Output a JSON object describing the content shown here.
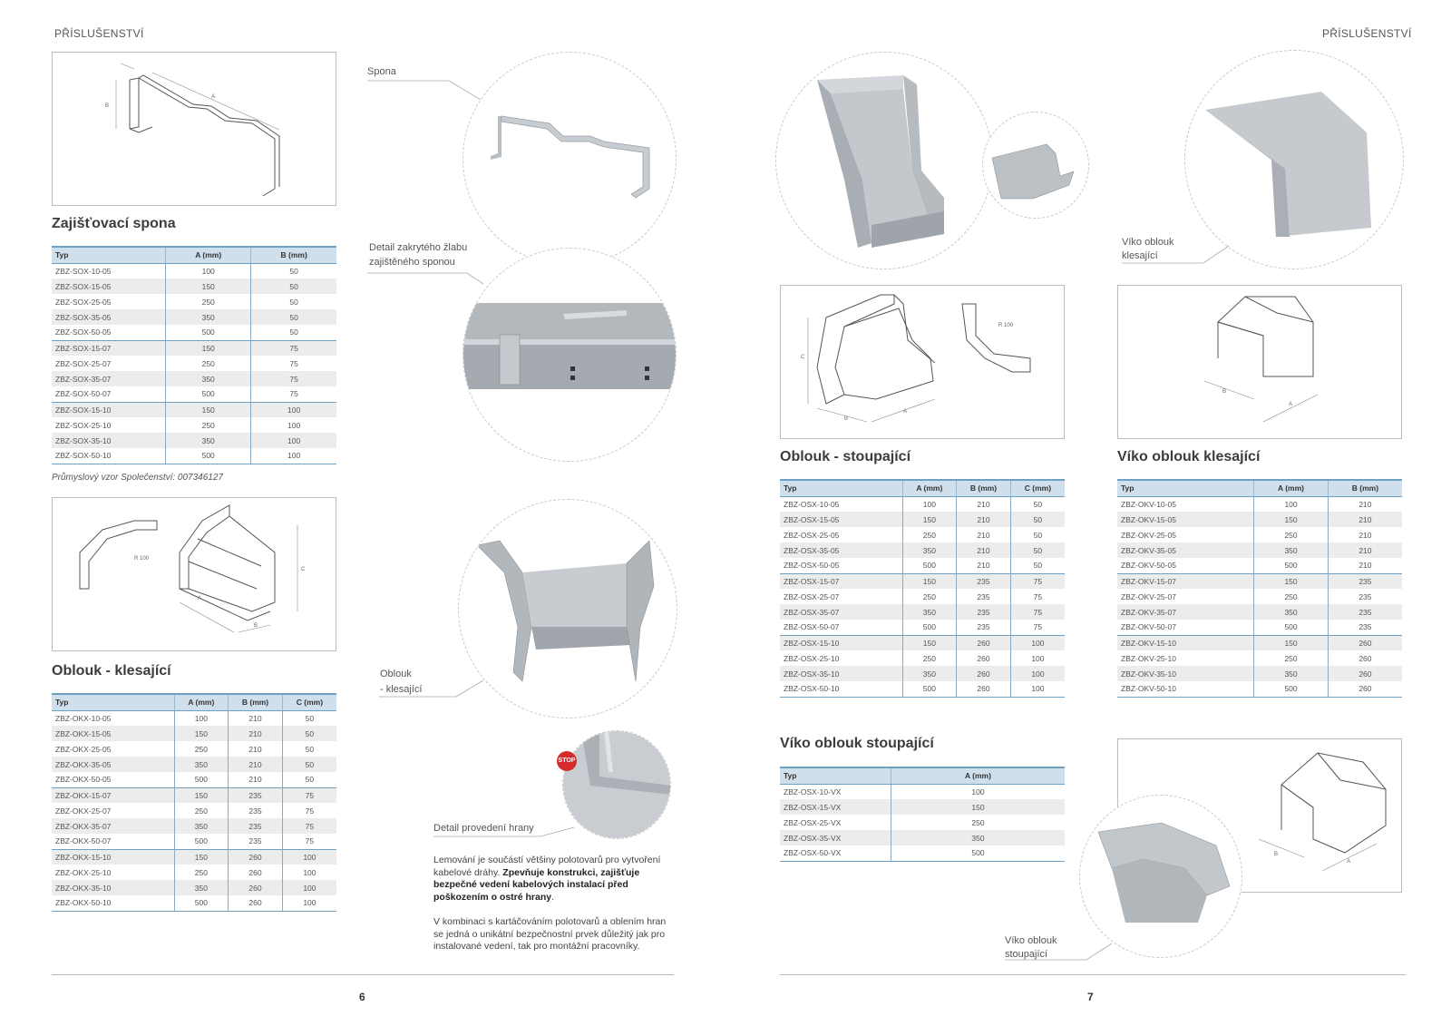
{
  "header": {
    "left": "PŘÍSLUŠENSTVÍ",
    "right": "PŘÍSLUŠENSTVÍ"
  },
  "captions": {
    "spona": "Spona",
    "detail_zakryteho_1": "Detail zakrytého žlabu",
    "detail_zakryteho_2": "zajištěného sponou",
    "oblouk_klesajici_1": "Oblouk",
    "oblouk_klesajici_2": "- klesající",
    "detail_hrany": "Detail provedení hrany",
    "viko_klesajici_1": "Víko oblouk",
    "viko_klesajici_2": "klesající",
    "viko_stoupajici_1": "Víko oblouk",
    "viko_stoupajici_2": "stoupající",
    "stop_sign": "STOP"
  },
  "body_text": {
    "p1_a": "Lemování je součástí většiny polotovarů pro vytvoření kabelové dráhy. ",
    "p1_b": "Zpevňuje konstrukci, zajišťuje bezpečné vedení kabelových instalací před poškozením o ostré hrany",
    "p1_c": ".",
    "p2": "V kombinaci s kartáčováním polotovarů a oblením hran se jedná o unikátní bezpečnostní prvek důležitý jak pro instalované vedení, tak pro montážní pracovníky."
  },
  "tables": {
    "spona": {
      "title": "Zajišťovací spona",
      "headers": [
        "Typ",
        "A (mm)",
        "B (mm)"
      ],
      "rows": [
        [
          "ZBZ-SOX-10-05",
          "100",
          "50"
        ],
        [
          "ZBZ-SOX-15-05",
          "150",
          "50"
        ],
        [
          "ZBZ-SOX-25-05",
          "250",
          "50"
        ],
        [
          "ZBZ-SOX-35-05",
          "350",
          "50"
        ],
        [
          "ZBZ-SOX-50-05",
          "500",
          "50"
        ],
        [
          "ZBZ-SOX-15-07",
          "150",
          "75"
        ],
        [
          "ZBZ-SOX-25-07",
          "250",
          "75"
        ],
        [
          "ZBZ-SOX-35-07",
          "350",
          "75"
        ],
        [
          "ZBZ-SOX-50-07",
          "500",
          "75"
        ],
        [
          "ZBZ-SOX-15-10",
          "150",
          "100"
        ],
        [
          "ZBZ-SOX-25-10",
          "250",
          "100"
        ],
        [
          "ZBZ-SOX-35-10",
          "350",
          "100"
        ],
        [
          "ZBZ-SOX-50-10",
          "500",
          "100"
        ]
      ],
      "note": "Průmyslový vzor Společenství: 007346127"
    },
    "oblouk_klesajici": {
      "title": "Oblouk - klesající",
      "headers": [
        "Typ",
        "A (mm)",
        "B (mm)",
        "C (mm)"
      ],
      "rows": [
        [
          "ZBZ-OKX-10-05",
          "100",
          "210",
          "50"
        ],
        [
          "ZBZ-OKX-15-05",
          "150",
          "210",
          "50"
        ],
        [
          "ZBZ-OKX-25-05",
          "250",
          "210",
          "50"
        ],
        [
          "ZBZ-OKX-35-05",
          "350",
          "210",
          "50"
        ],
        [
          "ZBZ-OKX-50-05",
          "500",
          "210",
          "50"
        ],
        [
          "ZBZ-OKX-15-07",
          "150",
          "235",
          "75"
        ],
        [
          "ZBZ-OKX-25-07",
          "250",
          "235",
          "75"
        ],
        [
          "ZBZ-OKX-35-07",
          "350",
          "235",
          "75"
        ],
        [
          "ZBZ-OKX-50-07",
          "500",
          "235",
          "75"
        ],
        [
          "ZBZ-OKX-15-10",
          "150",
          "260",
          "100"
        ],
        [
          "ZBZ-OKX-25-10",
          "250",
          "260",
          "100"
        ],
        [
          "ZBZ-OKX-35-10",
          "350",
          "260",
          "100"
        ],
        [
          "ZBZ-OKX-50-10",
          "500",
          "260",
          "100"
        ]
      ]
    },
    "oblouk_stoupajici": {
      "title": "Oblouk - stoupající",
      "headers": [
        "Typ",
        "A (mm)",
        "B (mm)",
        "C (mm)"
      ],
      "rows": [
        [
          "ZBZ-OSX-10-05",
          "100",
          "210",
          "50"
        ],
        [
          "ZBZ-OSX-15-05",
          "150",
          "210",
          "50"
        ],
        [
          "ZBZ-OSX-25-05",
          "250",
          "210",
          "50"
        ],
        [
          "ZBZ-OSX-35-05",
          "350",
          "210",
          "50"
        ],
        [
          "ZBZ-OSX-50-05",
          "500",
          "210",
          "50"
        ],
        [
          "ZBZ-OSX-15-07",
          "150",
          "235",
          "75"
        ],
        [
          "ZBZ-OSX-25-07",
          "250",
          "235",
          "75"
        ],
        [
          "ZBZ-OSX-35-07",
          "350",
          "235",
          "75"
        ],
        [
          "ZBZ-OSX-50-07",
          "500",
          "235",
          "75"
        ],
        [
          "ZBZ-OSX-15-10",
          "150",
          "260",
          "100"
        ],
        [
          "ZBZ-OSX-25-10",
          "250",
          "260",
          "100"
        ],
        [
          "ZBZ-OSX-35-10",
          "350",
          "260",
          "100"
        ],
        [
          "ZBZ-OSX-50-10",
          "500",
          "260",
          "100"
        ]
      ]
    },
    "viko_klesajici": {
      "title": "Víko oblouk klesající",
      "headers": [
        "Typ",
        "A (mm)",
        "B (mm)"
      ],
      "rows": [
        [
          "ZBZ-OKV-10-05",
          "100",
          "210"
        ],
        [
          "ZBZ-OKV-15-05",
          "150",
          "210"
        ],
        [
          "ZBZ-OKV-25-05",
          "250",
          "210"
        ],
        [
          "ZBZ-OKV-35-05",
          "350",
          "210"
        ],
        [
          "ZBZ-OKV-50-05",
          "500",
          "210"
        ],
        [
          "ZBZ-OKV-15-07",
          "150",
          "235"
        ],
        [
          "ZBZ-OKV-25-07",
          "250",
          "235"
        ],
        [
          "ZBZ-OKV-35-07",
          "350",
          "235"
        ],
        [
          "ZBZ-OKV-50-07",
          "500",
          "235"
        ],
        [
          "ZBZ-OKV-15-10",
          "150",
          "260"
        ],
        [
          "ZBZ-OKV-25-10",
          "250",
          "260"
        ],
        [
          "ZBZ-OKV-35-10",
          "350",
          "260"
        ],
        [
          "ZBZ-OKV-50-10",
          "500",
          "260"
        ]
      ]
    },
    "viko_stoupajici": {
      "title": "Víko oblouk stoupající",
      "headers": [
        "Typ",
        "A (mm)"
      ],
      "rows": [
        [
          "ZBZ-OSX-10-VX",
          "100"
        ],
        [
          "ZBZ-OSX-15-VX",
          "150"
        ],
        [
          "ZBZ-OSX-25-VX",
          "250"
        ],
        [
          "ZBZ-OSX-35-VX",
          "350"
        ],
        [
          "ZBZ-OSX-50-VX",
          "500"
        ]
      ]
    }
  },
  "drawing_labels": {
    "a": "A",
    "b": "B",
    "c": "C",
    "r100": "R 100"
  },
  "pages": {
    "left": "6",
    "right": "7"
  },
  "colors": {
    "table_header": "#cfe0ec",
    "table_rule": "#6ea0c4",
    "row_shade": "#ececec",
    "stop_red": "#d62b2b"
  }
}
